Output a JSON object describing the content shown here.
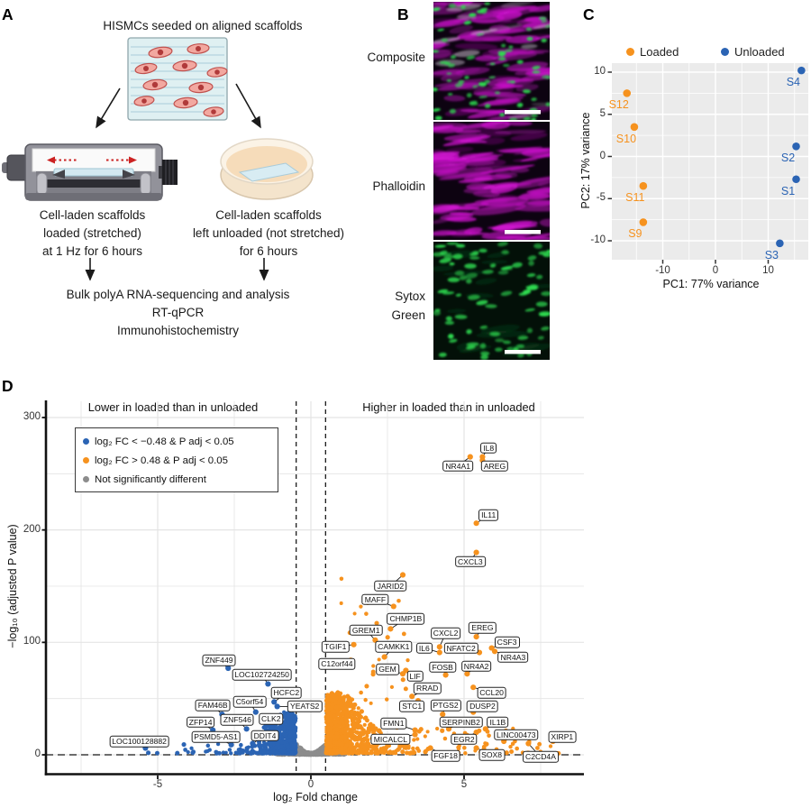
{
  "panelA": {
    "letter": "A",
    "title": "HISMCs seeded on aligned scaffolds",
    "left_caption": [
      "Cell-laden scaffolds",
      "loaded (stretched)",
      "at 1 Hz for 6 hours"
    ],
    "right_caption": [
      "Cell-laden scaffolds",
      "left unloaded (not stretched)",
      "for 6 hours"
    ],
    "outputs": [
      "Bulk polyA RNA-sequencing and analysis",
      "RT-qPCR",
      "Immunohistochemistry"
    ]
  },
  "panelB": {
    "letter": "B",
    "seed": 11,
    "images": [
      {
        "label": "Composite",
        "type": "composite",
        "bg": "#0D0311"
      },
      {
        "label": "Phalloidin",
        "type": "phalloidin",
        "bg": "#0D0311"
      },
      {
        "label": "Sytox Green",
        "type": "sytox",
        "bg": "#031008"
      }
    ],
    "colors": {
      "phalloidin": "#D214D2",
      "nuclei": "#2EDC50",
      "highlight": "#E3D7E6",
      "scale_bar": "#FFFFFF"
    }
  },
  "chart_data": [
    {
      "type": "scatter",
      "name": "pca",
      "panel_letter": "C",
      "xlabel": "PC1: 77% variance",
      "ylabel": "PC2: 17% variance",
      "x_ticks": [
        {
          "v": -10,
          "label": "-10"
        },
        {
          "v": 0,
          "label": "0"
        },
        {
          "v": 10,
          "label": "10"
        }
      ],
      "y_ticks": [
        {
          "v": -10,
          "label": "-10"
        },
        {
          "v": -5,
          "label": "-5"
        },
        {
          "v": 0,
          "label": "0"
        },
        {
          "v": 5,
          "label": "5"
        },
        {
          "v": 10,
          "label": "10"
        }
      ],
      "xlim": [
        -19.7,
        17.6
      ],
      "ylim": [
        -12.2,
        11.1
      ],
      "grid": true,
      "background": "#EBEBEB",
      "legend": [
        {
          "label": "Loaded",
          "color": "#F6921E"
        },
        {
          "label": "Unloaded",
          "color": "#2B64B4"
        }
      ],
      "points": [
        {
          "sample": "S12",
          "group": "Loaded",
          "x": -16.8,
          "y": 7.5
        },
        {
          "sample": "S10",
          "group": "Loaded",
          "x": -15.4,
          "y": 3.5
        },
        {
          "sample": "S11",
          "group": "Loaded",
          "x": -13.7,
          "y": -3.5
        },
        {
          "sample": "S9",
          "group": "Loaded",
          "x": -13.7,
          "y": -7.8
        },
        {
          "sample": "S4",
          "group": "Unloaded",
          "x": 16.3,
          "y": 10.2
        },
        {
          "sample": "S2",
          "group": "Unloaded",
          "x": 15.3,
          "y": 1.2
        },
        {
          "sample": "S1",
          "group": "Unloaded",
          "x": 15.3,
          "y": -2.7
        },
        {
          "sample": "S3",
          "group": "Unloaded",
          "x": 12.2,
          "y": -10.3
        }
      ]
    },
    {
      "type": "scatter",
      "subtype": "volcano",
      "panel_letter": "D",
      "header_left": "Lower in loaded than in unloaded",
      "header_right": "Higher in loaded than in unloaded",
      "xlabel": "log₂ Fold change",
      "ylabel": "−log₁₀ (adjusted P value)",
      "x_ticks": [
        {
          "v": -5,
          "label": "-5"
        },
        {
          "v": 0,
          "label": "0"
        },
        {
          "v": 5,
          "label": "5"
        }
      ],
      "y_ticks": [
        {
          "v": 0,
          "label": "0"
        },
        {
          "v": 100,
          "label": "100"
        },
        {
          "v": 200,
          "label": "200"
        },
        {
          "v": 300,
          "label": "300"
        }
      ],
      "xlim": [
        -8.6,
        8.9
      ],
      "ylim": [
        -16,
        314
      ],
      "fc_threshold": 0.48,
      "sig_line_y": 0,
      "grid": true,
      "legend": [
        {
          "label": "log₂ FC < −0.48 & P adj < 0.05",
          "color": "#2B64B4"
        },
        {
          "label": "log₂ FC > 0.48 & P adj < 0.05",
          "color": "#F6921E"
        },
        {
          "label": "Not significantly different",
          "color": "#8C8C8C"
        }
      ],
      "colors": {
        "up": "#F6921E",
        "down": "#2B64B4",
        "ns": "#8C8C8C"
      },
      "labeled_genes_up": [
        {
          "gene": "IL8",
          "x": 5.6,
          "y": 265,
          "lx": 5.8,
          "ly": 273
        },
        {
          "gene": "NR4A1",
          "x": 5.2,
          "y": 265,
          "lx": 4.8,
          "ly": 257
        },
        {
          "gene": "AREG",
          "x": 5.6,
          "y": 262,
          "lx": 6.0,
          "ly": 257
        },
        {
          "gene": "IL11",
          "x": 5.4,
          "y": 206,
          "lx": 5.8,
          "ly": 213
        },
        {
          "gene": "CXCL3",
          "x": 5.4,
          "y": 180,
          "lx": 5.2,
          "ly": 172
        },
        {
          "gene": "JARID2",
          "x": 3.0,
          "y": 160,
          "lx": 2.6,
          "ly": 150
        },
        {
          "gene": "MAFF",
          "x": 2.7,
          "y": 132,
          "lx": 2.1,
          "ly": 138
        },
        {
          "gene": "CHMP1B",
          "x": 2.6,
          "y": 112,
          "lx": 3.1,
          "ly": 121
        },
        {
          "gene": "GREM1",
          "x": 2.1,
          "y": 102,
          "lx": 1.8,
          "ly": 111
        },
        {
          "gene": "CXCL2",
          "x": 4.2,
          "y": 96,
          "lx": 4.4,
          "ly": 108
        },
        {
          "gene": "EREG",
          "x": 5.4,
          "y": 105,
          "lx": 5.6,
          "ly": 113
        },
        {
          "gene": "TGIF1",
          "x": 1.4,
          "y": 98,
          "lx": 0.8,
          "ly": 96
        },
        {
          "gene": "CAMKK1",
          "x": 2.4,
          "y": 87,
          "lx": 2.7,
          "ly": 96
        },
        {
          "gene": "IL6",
          "x": 4.2,
          "y": 91,
          "lx": 3.7,
          "ly": 95
        },
        {
          "gene": "NFATC2",
          "x": 5.5,
          "y": 91,
          "lx": 4.9,
          "ly": 95
        },
        {
          "gene": "CSF3",
          "x": 5.9,
          "y": 95,
          "lx": 6.4,
          "ly": 100
        },
        {
          "gene": "NR4A3",
          "x": 6.0,
          "y": 92,
          "lx": 6.6,
          "ly": 87
        },
        {
          "gene": "C12orf44",
          "x": 1.3,
          "y": 84,
          "lx": 0.85,
          "ly": 81
        },
        {
          "gene": "GEM",
          "x": 3.0,
          "y": 72,
          "lx": 2.5,
          "ly": 76
        },
        {
          "gene": "FOSB",
          "x": 4.4,
          "y": 71,
          "lx": 4.3,
          "ly": 78
        },
        {
          "gene": "NR4A2",
          "x": 5.1,
          "y": 72,
          "lx": 5.4,
          "ly": 79
        },
        {
          "gene": "LIF",
          "x": 3.1,
          "y": 75,
          "lx": 3.4,
          "ly": 70
        },
        {
          "gene": "RRAD",
          "x": 3.3,
          "y": 52,
          "lx": 3.8,
          "ly": 59
        },
        {
          "gene": "CCL20",
          "x": 5.3,
          "y": 60,
          "lx": 5.9,
          "ly": 55
        },
        {
          "gene": "STC1",
          "x": 3.5,
          "y": 48,
          "lx": 3.3,
          "ly": 43
        },
        {
          "gene": "PTGS2",
          "x": 4.3,
          "y": 36,
          "lx": 4.4,
          "ly": 44
        },
        {
          "gene": "DUSP2",
          "x": 5.3,
          "y": 38,
          "lx": 5.6,
          "ly": 43
        },
        {
          "gene": "SERPINB2",
          "x": 4.5,
          "y": 23,
          "lx": 4.9,
          "ly": 29
        },
        {
          "gene": "IL1B",
          "x": 5.7,
          "y": 23,
          "lx": 6.1,
          "ly": 29
        },
        {
          "gene": "FMN1",
          "x": 3.4,
          "y": 22,
          "lx": 2.7,
          "ly": 28
        },
        {
          "gene": "MICALCL",
          "x": 3.4,
          "y": 18,
          "lx": 2.6,
          "ly": 14
        },
        {
          "gene": "EGR2",
          "x": 5.4,
          "y": 20,
          "lx": 5.0,
          "ly": 14
        },
        {
          "gene": "LINC00473",
          "x": 6.3,
          "y": 12,
          "lx": 6.7,
          "ly": 18
        },
        {
          "gene": "XIRP1",
          "x": 7.9,
          "y": 12,
          "lx": 8.2,
          "ly": 16
        },
        {
          "gene": "FGF18",
          "x": 3.9,
          "y": 6,
          "lx": 4.4,
          "ly": -1
        },
        {
          "gene": "SOX8",
          "x": 5.4,
          "y": 6,
          "lx": 5.9,
          "ly": 0
        },
        {
          "gene": "C2CD4A",
          "x": 7.1,
          "y": 10,
          "lx": 7.5,
          "ly": -2
        }
      ],
      "labeled_genes_down": [
        {
          "gene": "ZNF449",
          "x": -2.7,
          "y": 77,
          "lx": -3.0,
          "ly": 84
        },
        {
          "gene": "LOC102724250",
          "x": -1.4,
          "y": 63,
          "lx": -1.6,
          "ly": 71
        },
        {
          "gene": "HCFC2",
          "x": -1.2,
          "y": 47,
          "lx": -0.8,
          "ly": 55
        },
        {
          "gene": "FAM46B",
          "x": -2.9,
          "y": 36,
          "lx": -3.2,
          "ly": 44
        },
        {
          "gene": "C5orf54",
          "x": -1.8,
          "y": 38,
          "lx": -2.0,
          "ly": 47
        },
        {
          "gene": "YEATS2",
          "x": -1.1,
          "y": 43,
          "lx": -0.2,
          "ly": 43
        },
        {
          "gene": "ZFP14",
          "x": -3.2,
          "y": 22,
          "lx": -3.6,
          "ly": 29
        },
        {
          "gene": "ZNF546",
          "x": -2.1,
          "y": 23,
          "lx": -2.4,
          "ly": 31
        },
        {
          "gene": "CLK2",
          "x": -1.4,
          "y": 26,
          "lx": -1.3,
          "ly": 32
        },
        {
          "gene": "PSMD5-AS1",
          "x": -2.6,
          "y": 9,
          "lx": -3.1,
          "ly": 16
        },
        {
          "gene": "DDIT4",
          "x": -1.9,
          "y": 10,
          "lx": -1.5,
          "ly": 17
        },
        {
          "gene": "LOC100128882",
          "x": -5.4,
          "y": 6,
          "lx": -5.6,
          "ly": 12
        }
      ],
      "cloud": {
        "seed": 127,
        "gray_center": 520,
        "gray_slab": 260,
        "blue": 520,
        "blue_sparse": 22,
        "orange": 950,
        "orange_sparse": 70,
        "orange_high": 34
      }
    }
  ]
}
